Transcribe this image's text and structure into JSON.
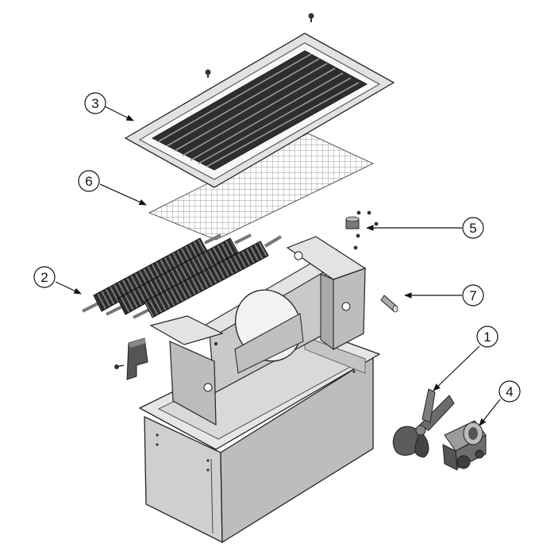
{
  "callouts": [
    {
      "label": "1",
      "part": "fan-blade"
    },
    {
      "label": "2",
      "part": "heating-elements"
    },
    {
      "label": "3",
      "part": "grille"
    },
    {
      "label": "4",
      "part": "motor"
    },
    {
      "label": "5",
      "part": "thermostat"
    },
    {
      "label": "6",
      "part": "mesh-screen"
    },
    {
      "label": "7",
      "part": "spacer"
    }
  ]
}
